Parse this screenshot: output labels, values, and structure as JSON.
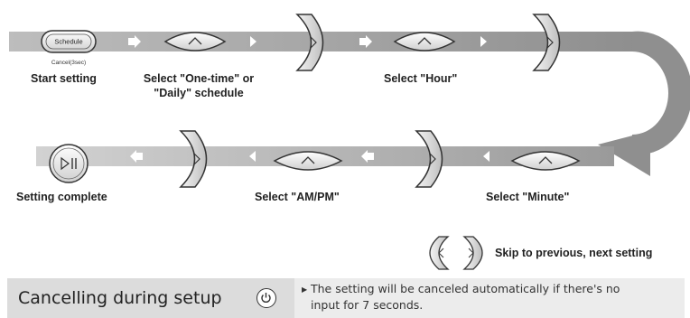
{
  "steps": {
    "start": {
      "label": "Start setting",
      "button_text": "Schedule",
      "sub_text": "Cancel(3sec)"
    },
    "select_schedule": {
      "label_line1": "Select \"One-time\" or",
      "label_line2": "\"Daily\" schedule"
    },
    "select_hour": {
      "label": "Select \"Hour\""
    },
    "select_minute": {
      "label": "Select \"Minute\""
    },
    "select_ampm": {
      "label": "Select \"AM/PM\""
    },
    "complete": {
      "label": "Setting complete"
    }
  },
  "legend": {
    "skip_label": "Skip to previous, next setting"
  },
  "cancel": {
    "title": "Cancelling during setup",
    "description_line1": "The setting will be canceled automatically if there's no",
    "description_line2": "input for 7 seconds."
  },
  "colors": {
    "band": "#9c9c9c",
    "band_light": "#c4c4c4",
    "arrow_white": "#ffffff"
  },
  "icons": [
    "schedule-button-icon",
    "up-arrow-button-icon",
    "right-arc-button-icon",
    "play-pause-button-icon",
    "left-right-arc-icons",
    "power-icon"
  ]
}
